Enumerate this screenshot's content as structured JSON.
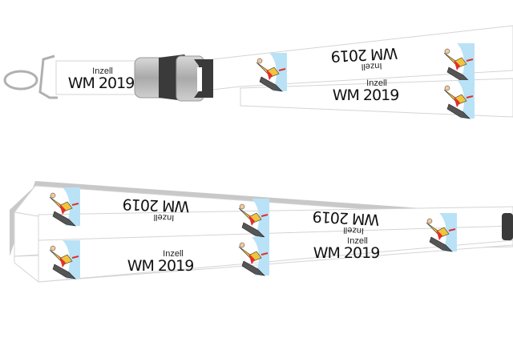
{
  "product": {
    "prints": [
      {
        "city": "Inzell",
        "title": "WM 2019"
      },
      {
        "city": "Inzell",
        "title": "WM 2019"
      },
      {
        "city": "Inzell",
        "title": "WM 2019"
      },
      {
        "city": "Inzell",
        "title": "WM 2019"
      },
      {
        "city": "Inzell",
        "title": "WM 2019"
      },
      {
        "city": "Inzell",
        "title": "WM 2019"
      }
    ],
    "colors": {
      "strap": "#ffffff",
      "buckle": "#b5b5b5",
      "clip": "#3a3a3a",
      "sky": "#b9e2f7",
      "accent": "#e0312b"
    }
  }
}
